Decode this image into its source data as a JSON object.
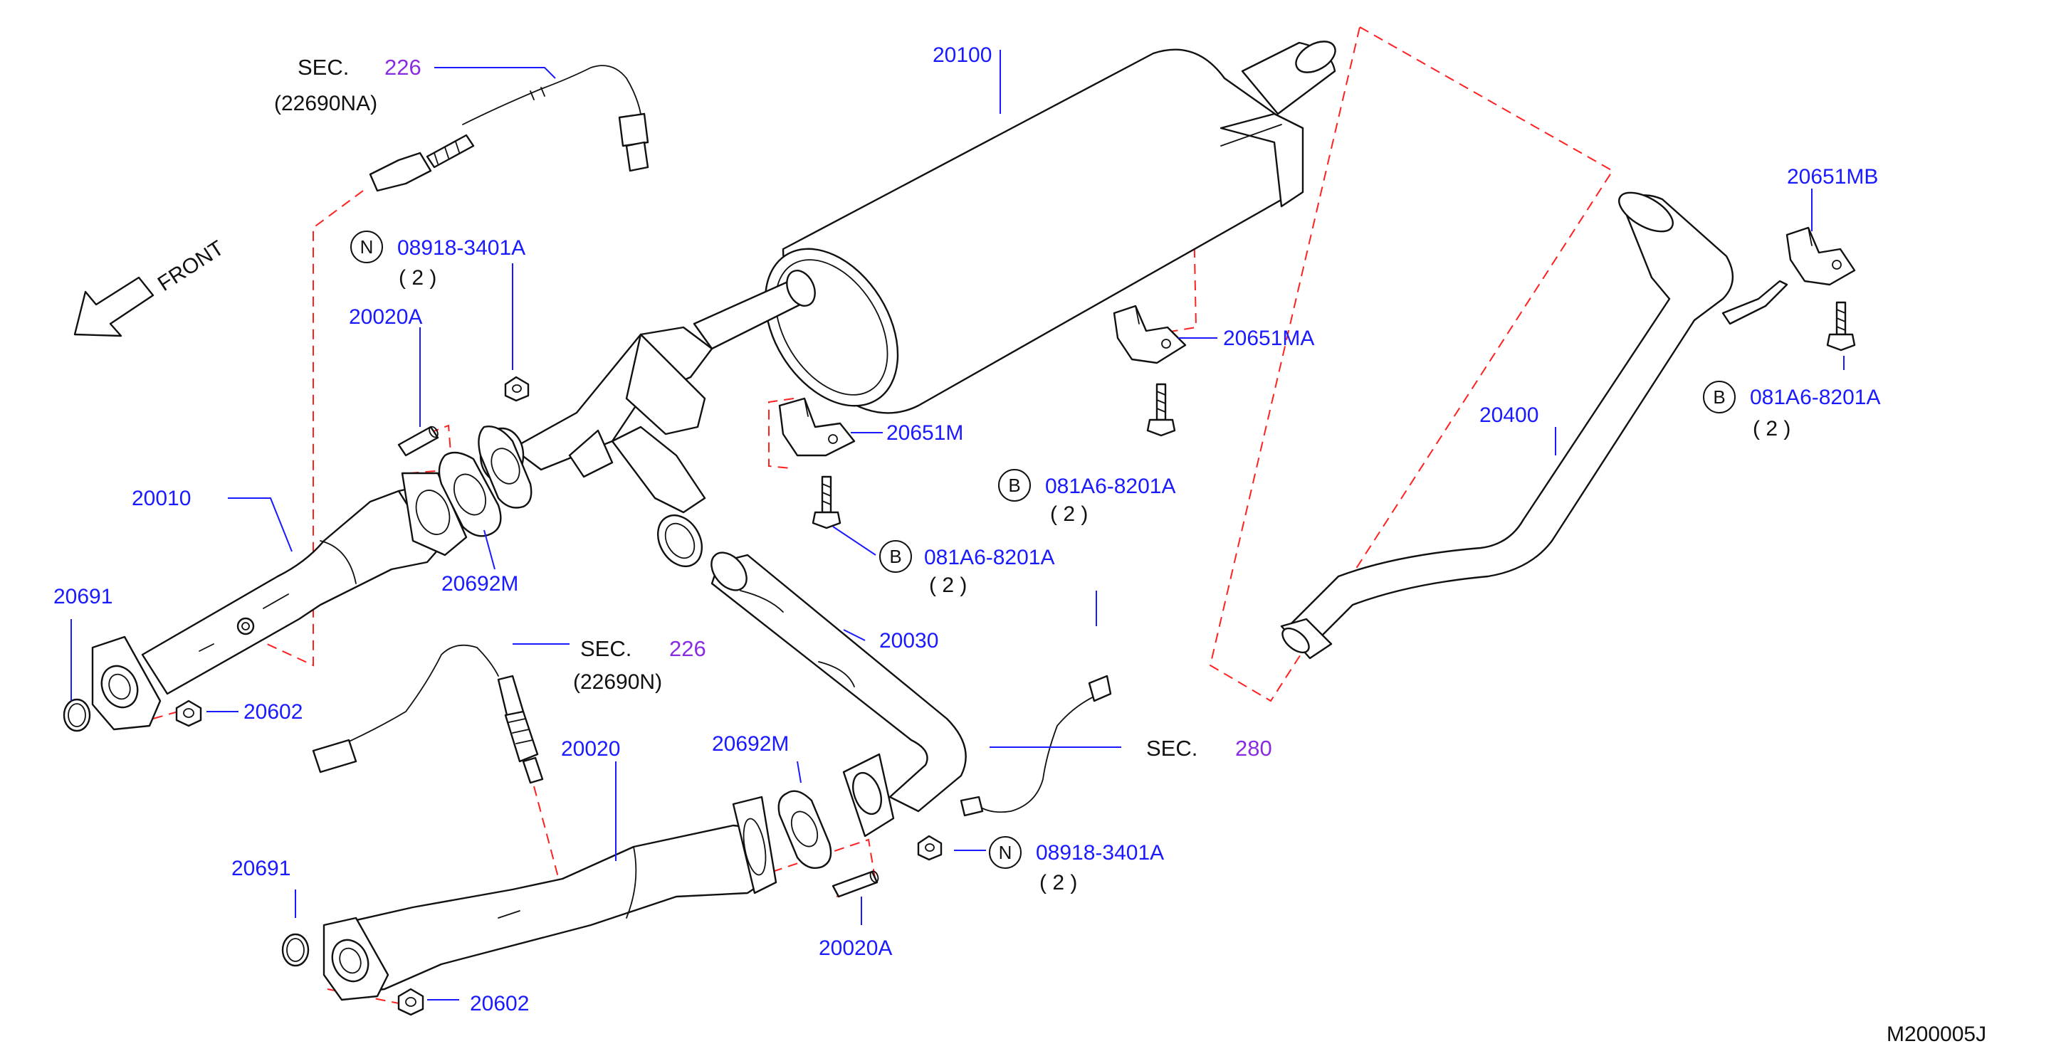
{
  "labels": {
    "muffler": "20100",
    "sec_top": "SEC.",
    "sec_top_num": "226",
    "sec_top_part": "(22690NA)",
    "nut_top_code": "08918-3401A",
    "nut_top_qty": "( 2 )",
    "stud_top": "20020A",
    "front_pipe_top": "20010",
    "gasket_ring_top": "20691",
    "gasket_top": "20692M",
    "nut_front_top": "20602",
    "mount_m": "20651M",
    "bolt_m_code": "081A6-8201A",
    "bolt_m_qty": "( 2 )",
    "mount_ma": "20651MA",
    "bolt_ma_code": "081A6-8201A",
    "bolt_ma_qty": "( 2 )",
    "center_pipe": "20030",
    "sec_mid": "SEC.",
    "sec_mid_num": "226",
    "sec_mid_part": "(22690N)",
    "front_pipe_bottom": "20020",
    "gasket_bottom": "20692M",
    "sec_right": "SEC.",
    "sec_right_num": "280",
    "nut_bottom_code": "08918-3401A",
    "nut_bottom_qty": "( 2 )",
    "stud_bottom": "20020A",
    "gasket_ring_bottom": "20691",
    "nut_front_bottom": "20602",
    "tail_pipe": "20400",
    "mount_mb": "20651MB",
    "bolt_mb_code": "081A6-8201A",
    "bolt_mb_qty": "( 2 )",
    "front": "FRONT",
    "circle_n": "N",
    "circle_b": "B",
    "drawing_no": "M200005J"
  },
  "colors": {
    "part_number": "#1a1aff",
    "section_number": "#8a2be2",
    "dashed_line": "#ff2020",
    "outline": "#111111"
  }
}
